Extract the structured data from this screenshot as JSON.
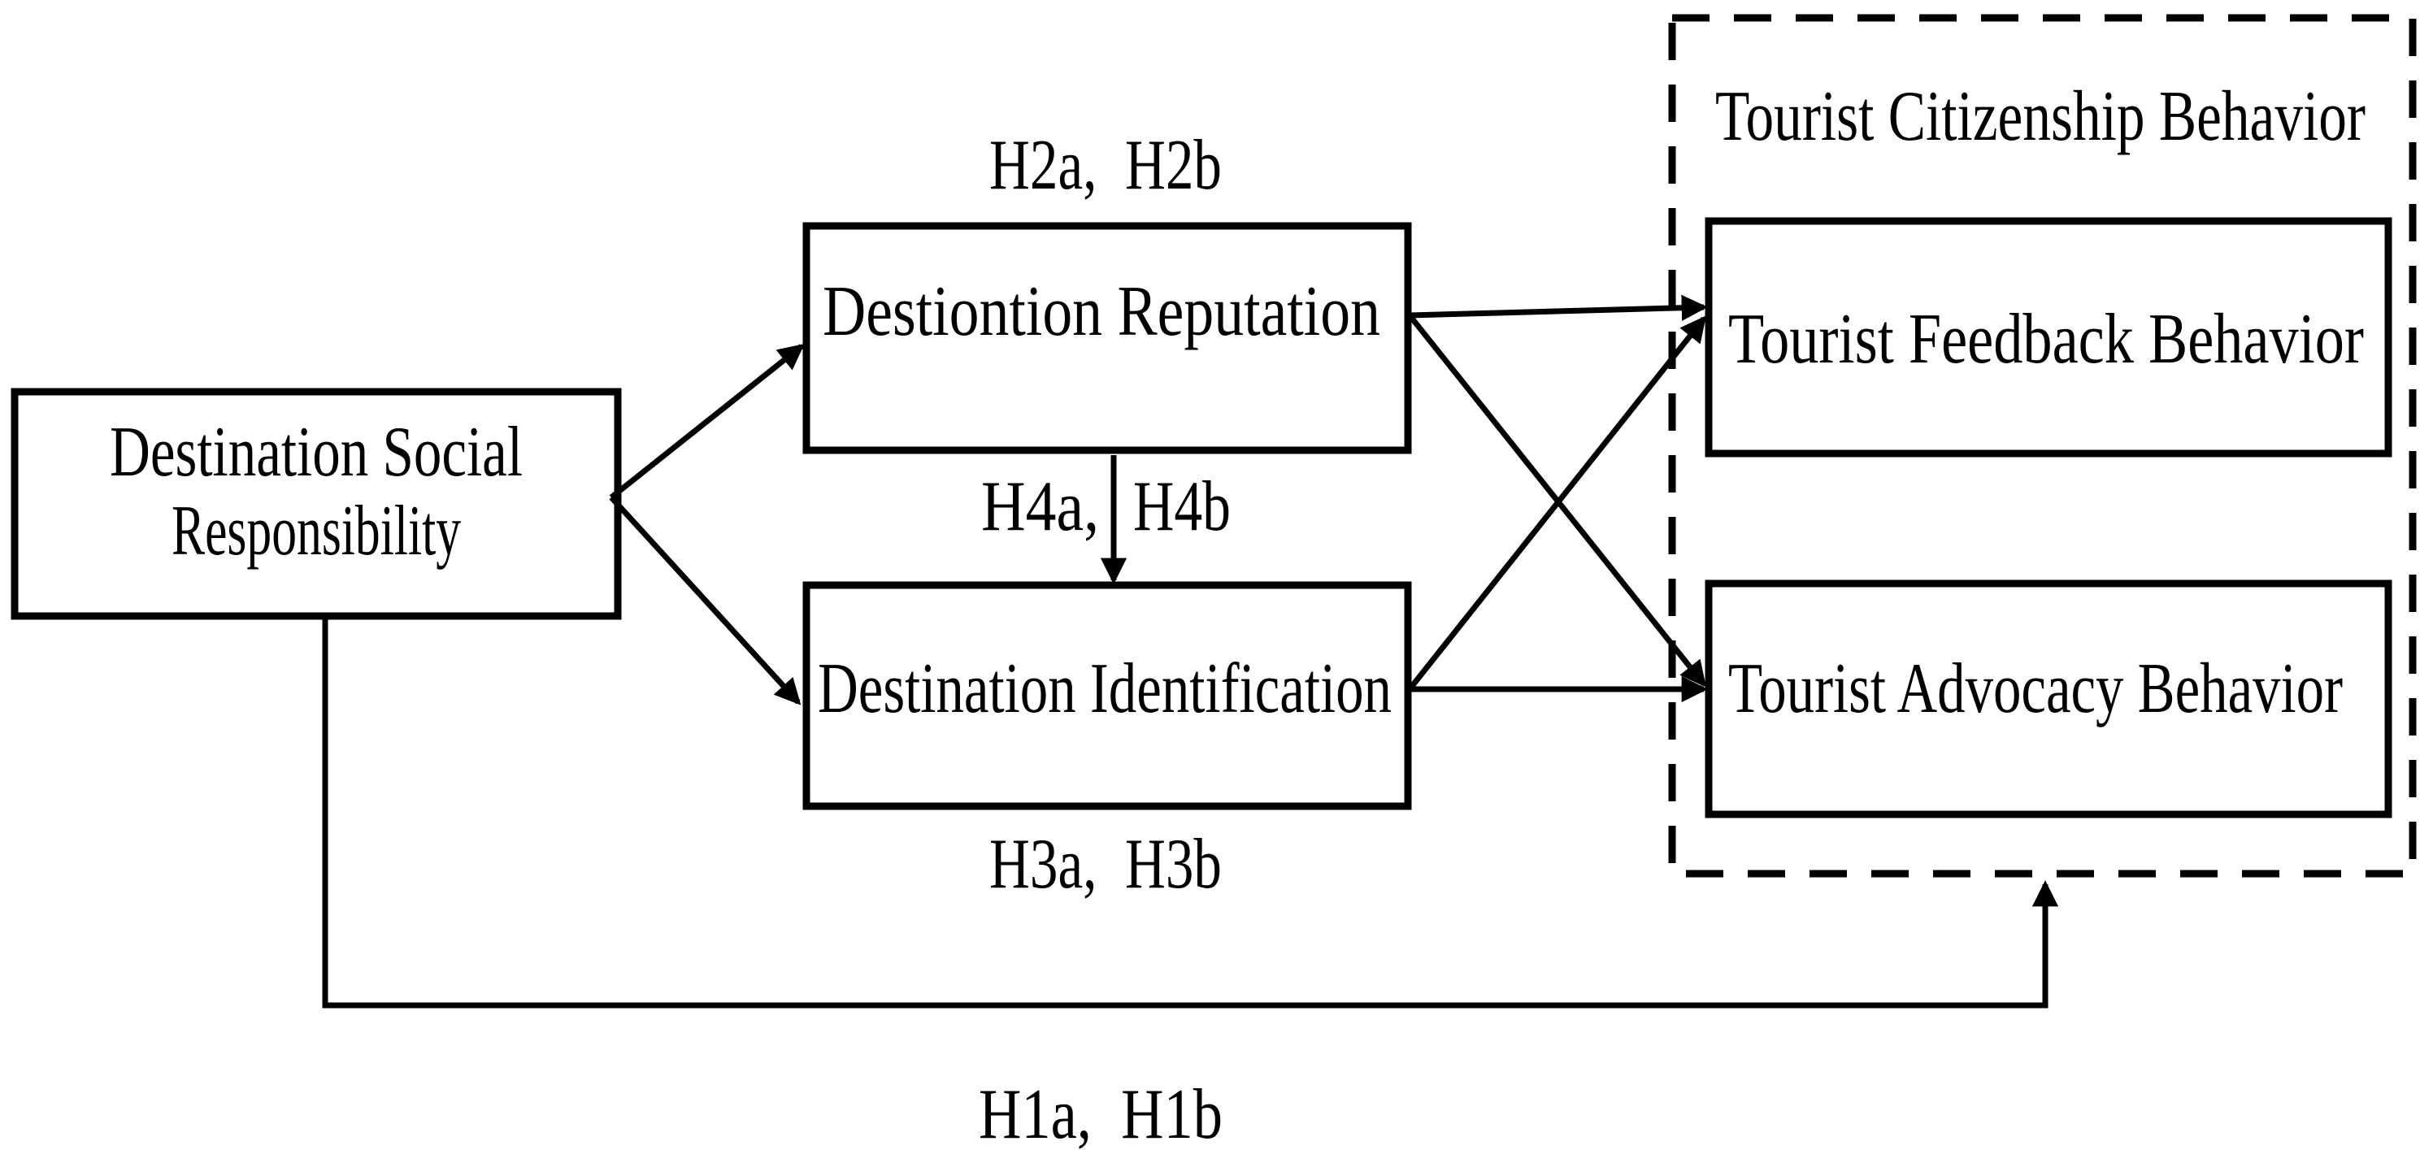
{
  "figure": {
    "title": "Tourist Citizenship Behavior",
    "boxes": {
      "dsr": {
        "lines": [
          "Destination Social",
          "Responsibility"
        ]
      },
      "reputation": {
        "label": "Destiontion Reputation"
      },
      "identification": {
        "label": "Destination Identification"
      },
      "feedback": {
        "label": "Tourist Feedback Behavior"
      },
      "advocacy": {
        "label": "Tourist Advocacy Behavior"
      }
    },
    "hypothesis_labels": {
      "h2": "H2a,  H2b",
      "h4_left": "H4a,",
      "h4_right": "H4b",
      "h3": "H3a,  H3b",
      "h1": "H1a,  H1b"
    },
    "edges": [
      {
        "from": "Destination Social Responsibility",
        "to": "Destiontion Reputation",
        "label": "H2a, H2b"
      },
      {
        "from": "Destination Social Responsibility",
        "to": "Destination Identification",
        "label": "H3a, H3b"
      },
      {
        "from": "Destiontion Reputation",
        "to": "Destination Identification",
        "label": "H4a, H4b"
      },
      {
        "from": "Destiontion Reputation",
        "to": "Tourist Feedback Behavior"
      },
      {
        "from": "Destiontion Reputation",
        "to": "Tourist Advocacy Behavior"
      },
      {
        "from": "Destination Identification",
        "to": "Tourist Feedback Behavior"
      },
      {
        "from": "Destination Identification",
        "to": "Tourist Advocacy Behavior"
      },
      {
        "from": "Destination Social Responsibility",
        "to": "Tourist Citizenship Behavior",
        "label": "H1a, H1b"
      }
    ],
    "colors": {
      "line": "#000000",
      "background": "#ffffff"
    }
  }
}
